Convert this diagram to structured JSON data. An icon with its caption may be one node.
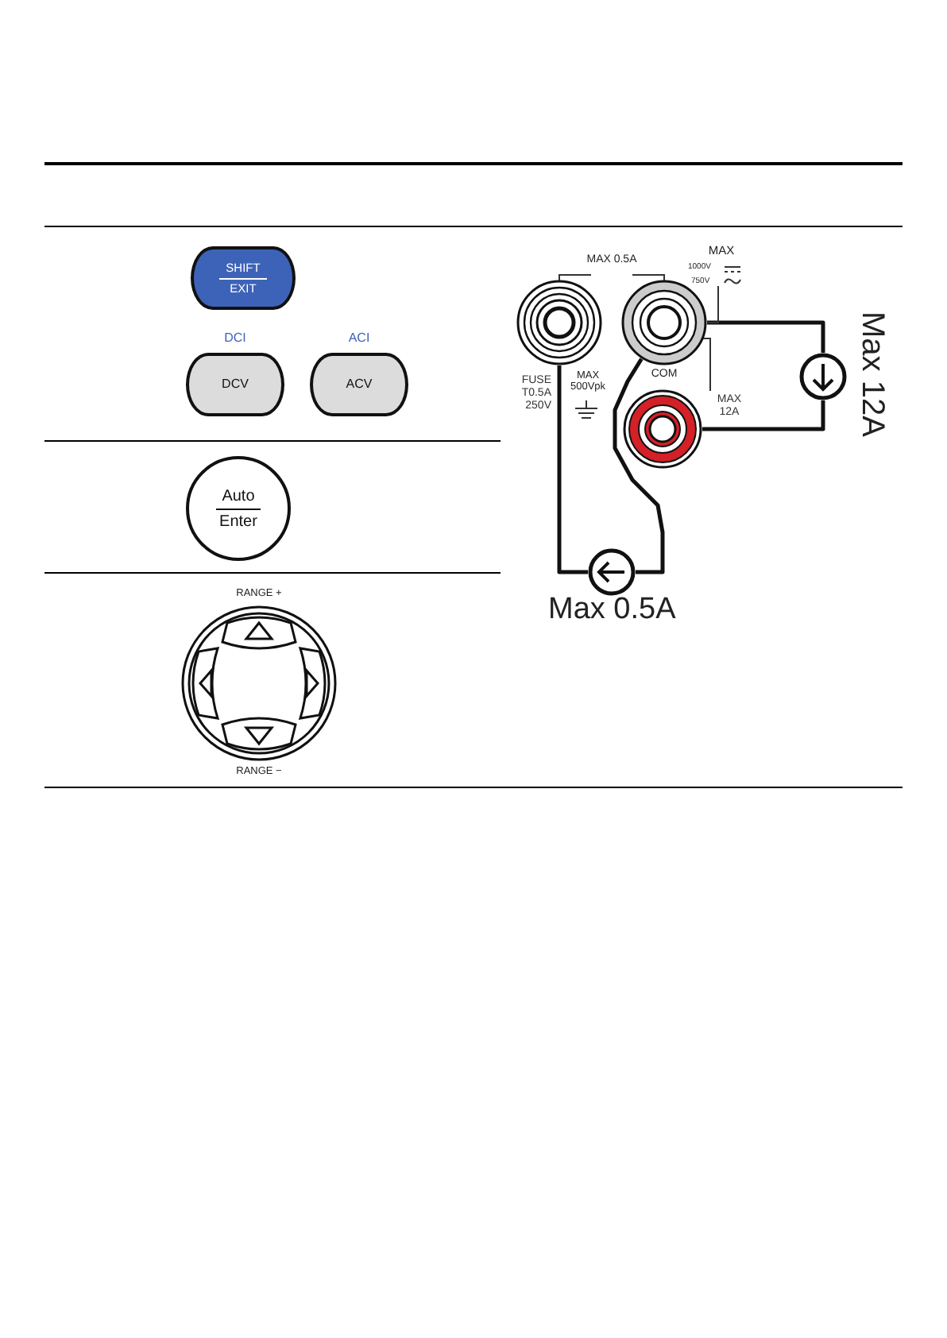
{
  "diagram": {
    "nodes": [
      {
        "text": [
          "SHIFT",
          "EXIT"
        ]
      },
      {
        "text": [
          "DCV"
        ],
        "beside": [
          "DCI"
        ]
      },
      {
        "text": [
          "ACV"
        ],
        "beside": [
          "ACI"
        ]
      },
      {
        "text": [
          "Auto",
          "Enter"
        ]
      },
      {
        "text": [],
        "shape": "circle",
        "beside": [
          "FUSE T0.5A 250V"
        ]
      },
      {
        "text": [],
        "shape": "circle"
      },
      {
        "text": [],
        "shape": "circle",
        "beside": [
          "MAX 12A"
        ]
      },
      {
        "text": [],
        "shape": "circle",
        "beside": [
          "Max 12A"
        ]
      },
      {
        "text": [],
        "shape": "circle",
        "beside": [
          "Max 0.5A"
        ]
      }
    ],
    "edges": [
      {
        "from": 5,
        "to": 7,
        "arrow": "none"
      },
      {
        "from": 7,
        "to": 6,
        "arrow": "none"
      },
      {
        "from": 5,
        "to": 8,
        "arrow": "none"
      },
      {
        "from": 8,
        "to": 4,
        "arrow": "none"
      }
    ],
    "labels": [
      "MAX 0.5A",
      "MAX",
      "1000V",
      "750V",
      "MAX 500Vpk",
      "COM",
      "RANGE +",
      "RANGE −"
    ]
  }
}
